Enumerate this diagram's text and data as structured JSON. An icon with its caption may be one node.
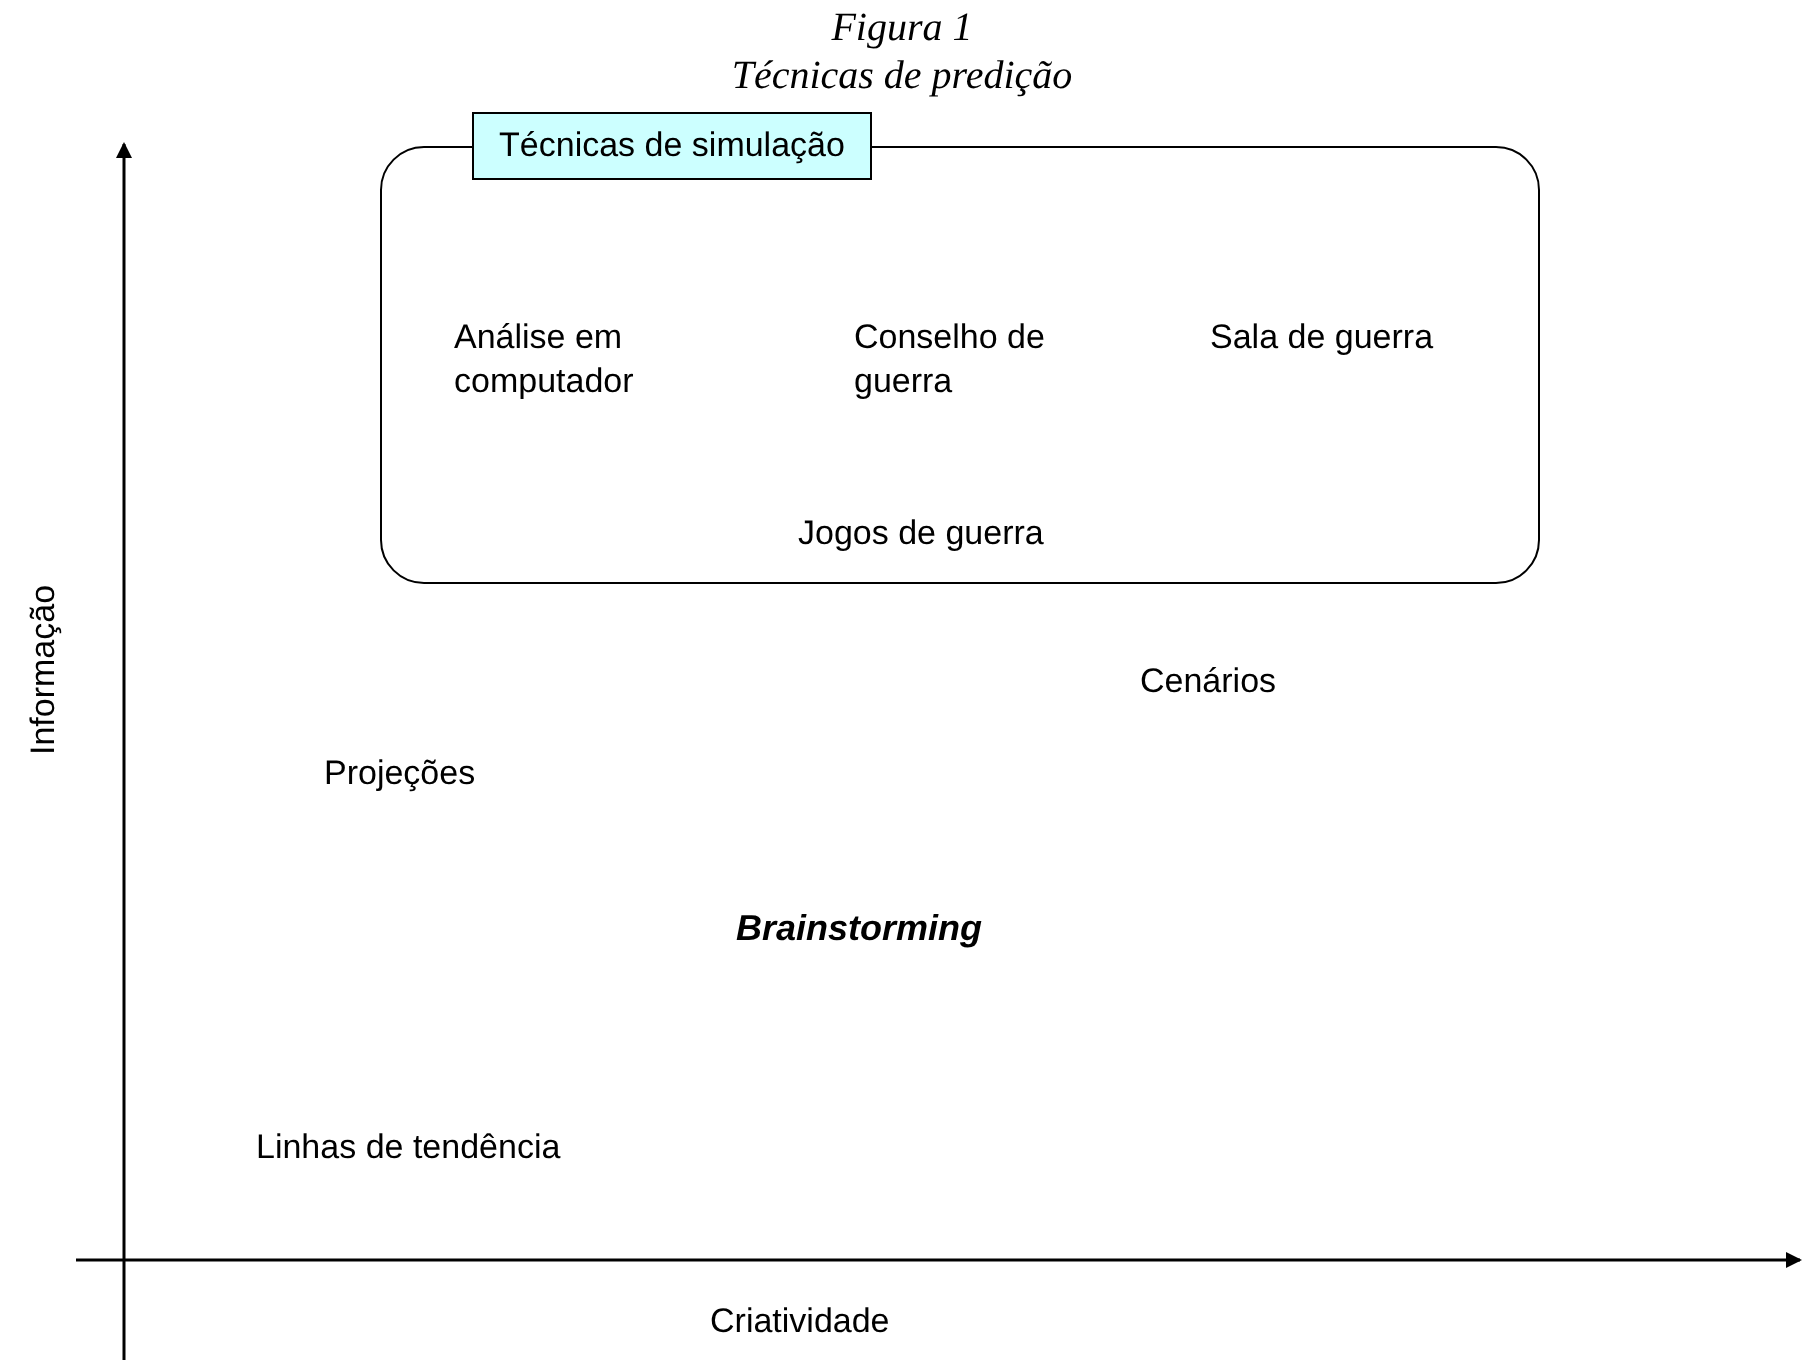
{
  "diagram": {
    "title": "Figura 1",
    "nodes": [
      {
        "text": [
          "Técnicas de simulação"
        ]
      },
      {
        "text": [
          "Análise em computador",
          "Conselho de guerra",
          "Sala de guerra",
          "Jogos de guerra"
        ]
      }
    ],
    "edges": [],
    "labels": [
      "Técnicas de predição",
      "Cenários",
      "Projeções",
      "Brainstorming",
      "Linhas de tendência",
      "Informação",
      "Criatividade"
    ]
  }
}
